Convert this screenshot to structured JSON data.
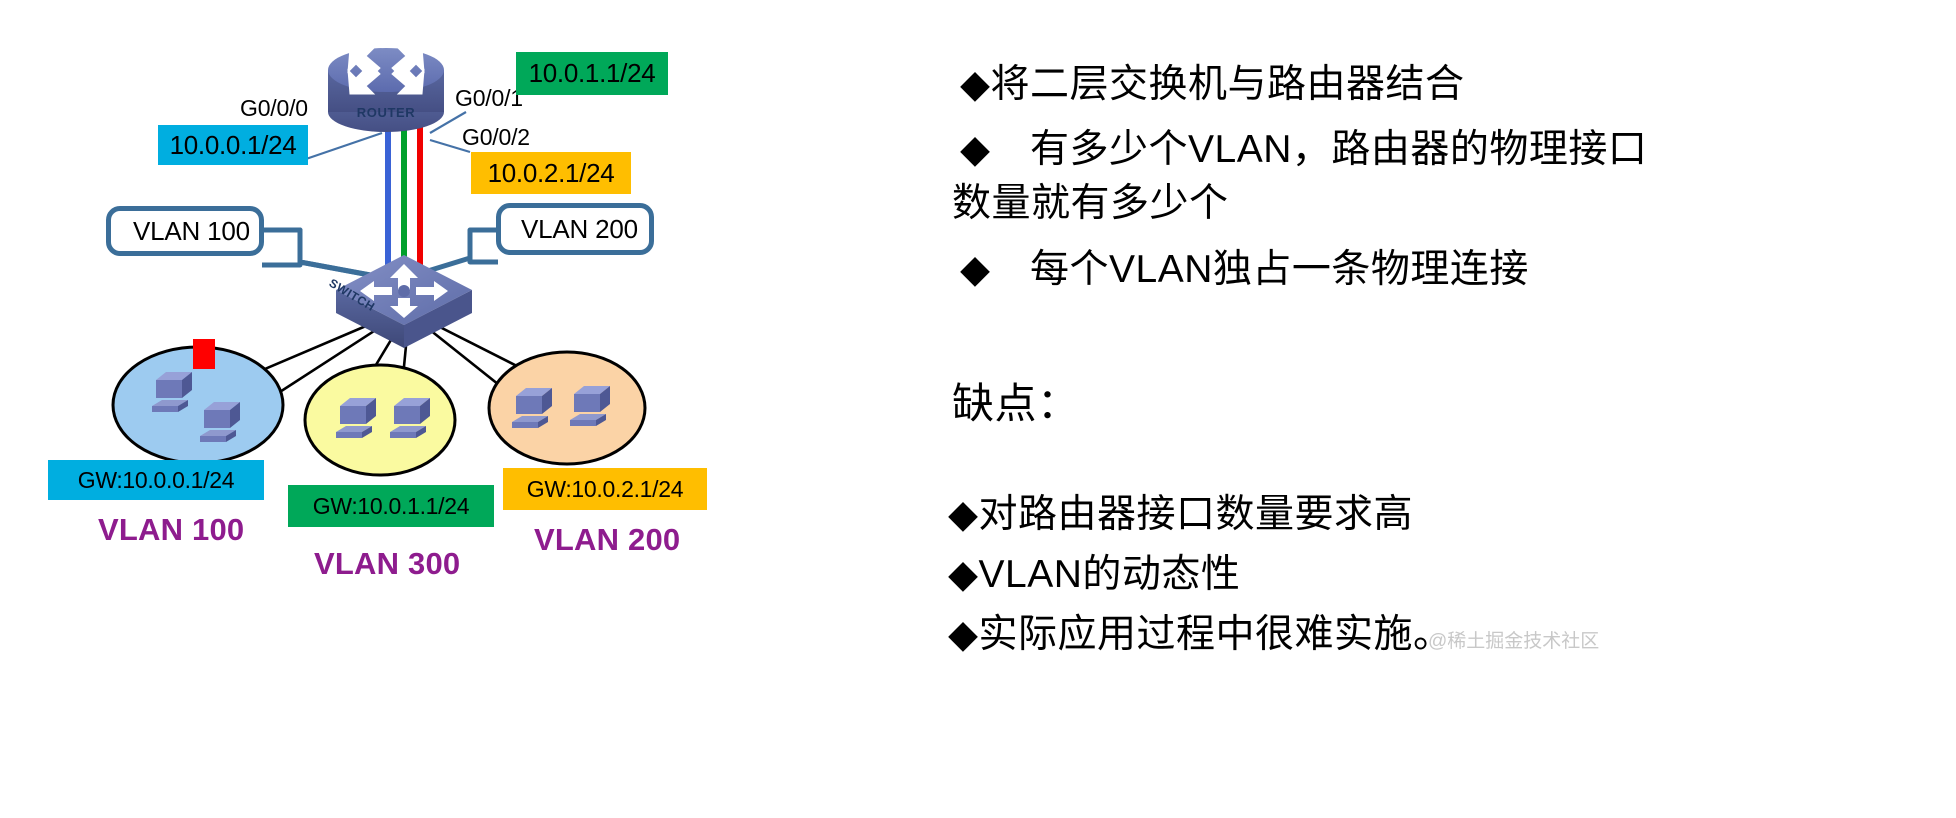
{
  "diagram": {
    "router": {
      "label": "ROUTER"
    },
    "switch": {
      "label": "SWITCH"
    },
    "ports": [
      {
        "name": "G0/0/0"
      },
      {
        "name": "G0/0/1"
      },
      {
        "name": "G0/0/2"
      }
    ],
    "interface_ips": [
      {
        "value": "10.0.0.1/24",
        "color": "#00AEE0"
      },
      {
        "value": "10.0.1.1/24",
        "color": "#00A859"
      },
      {
        "value": "10.0.2.1/24",
        "color": "#FFBE00"
      }
    ],
    "callouts": [
      {
        "label": "VLAN 100"
      },
      {
        "label": "VLAN 200"
      }
    ],
    "vlan_groups": [
      {
        "title": "VLAN 100",
        "gateway": "GW:10.0.0.1/24",
        "ellipse_color": "#9DCBF0",
        "chip_color": "#00AEE0",
        "hosts": 2
      },
      {
        "title": "VLAN 300",
        "gateway": "GW:10.0.1.1/24",
        "ellipse_color": "#FAFAA0",
        "chip_color": "#00A859",
        "hosts": 2
      },
      {
        "title": "VLAN 200",
        "gateway": "GW:10.0.2.1/24",
        "ellipse_color": "#FBD3A6",
        "chip_color": "#FFBE00",
        "hosts": 2
      }
    ],
    "trunk_colors": [
      "#3A63D6",
      "#00A02C",
      "#F00000"
    ],
    "highlight_color": "#FF0000",
    "callout_border_color": "#3B6E99",
    "vlan_title_color": "#8E1C8E"
  },
  "notes": {
    "bullet": "◆",
    "advantages": [
      "◆将二层交换机与路由器结合",
      "◆　有多少个VLAN，路由器的物理接口",
      "数量就有多少个",
      "◆　每个VLAN独占一条物理连接"
    ],
    "drawbacks_heading": "缺点：",
    "drawbacks": [
      "◆对路由器接口数量要求高",
      "◆VLAN的动态性",
      "◆实际应用过程中很难实施。"
    ],
    "watermark": "@稀土掘金技术社区"
  }
}
